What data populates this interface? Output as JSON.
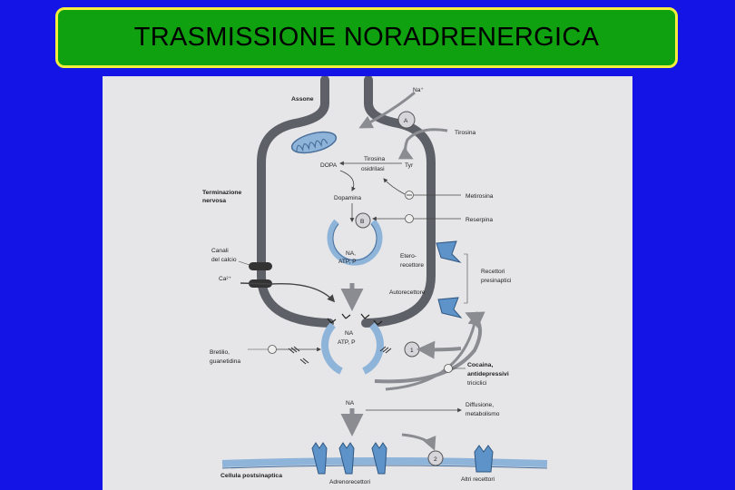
{
  "title": "TRASMISSIONE NORADRENERGICA",
  "colors": {
    "background": "#1414e6",
    "title_box": "#0fa10f",
    "title_border": "#f3ef3a",
    "membrane": "#5e6068",
    "vesicle": "#8fb4da",
    "receptor": "#5e93c9"
  },
  "diagram": {
    "assone": "Assone",
    "na_plus": "Na⁺",
    "transporter_a": "A",
    "tirosina": "Tirosina",
    "tirosina_enzyme_line1": "Tirosina",
    "tirosina_enzyme_line2": "osidrilasi",
    "tyr": "Tyr",
    "dopa": "DOPA",
    "terminazione_line1": "Terminazione",
    "terminazione_line2": "nervosa",
    "dopamina": "Dopamina",
    "metirosina": "Metirosina",
    "transporter_b": "B",
    "reserpina": "Reserpina",
    "canali_line1": "Canali",
    "canali_line2": "del calcio",
    "vesicle1_line1": "NA,",
    "vesicle1_line2": "ATP, P",
    "etero_line1": "Etero-",
    "etero_line2": "recettore",
    "recettori_line1": "Recettori",
    "recettori_line2": "presinaptici",
    "ca": "Ca²⁺",
    "autorecettore": "Autorecettore",
    "vesicle2_line1": "NA",
    "vesicle2_line2": "ATP, P",
    "bretilio_line1": "Bretilio,",
    "bretilio_line2": "guanetidina",
    "uptake1": "1",
    "cocaina_line1": "Cocaina,",
    "cocaina_line2": "antidepressivi",
    "cocaina_line3": "triciclici",
    "na_cleft": "NA",
    "diffusione_line1": "Diffusione,",
    "diffusione_line2": "metabolismo",
    "uptake2": "2",
    "cellula": "Cellula postsinaptica",
    "adrenorecettori": "Adrenorecettori",
    "altri": "Altri recettori"
  }
}
